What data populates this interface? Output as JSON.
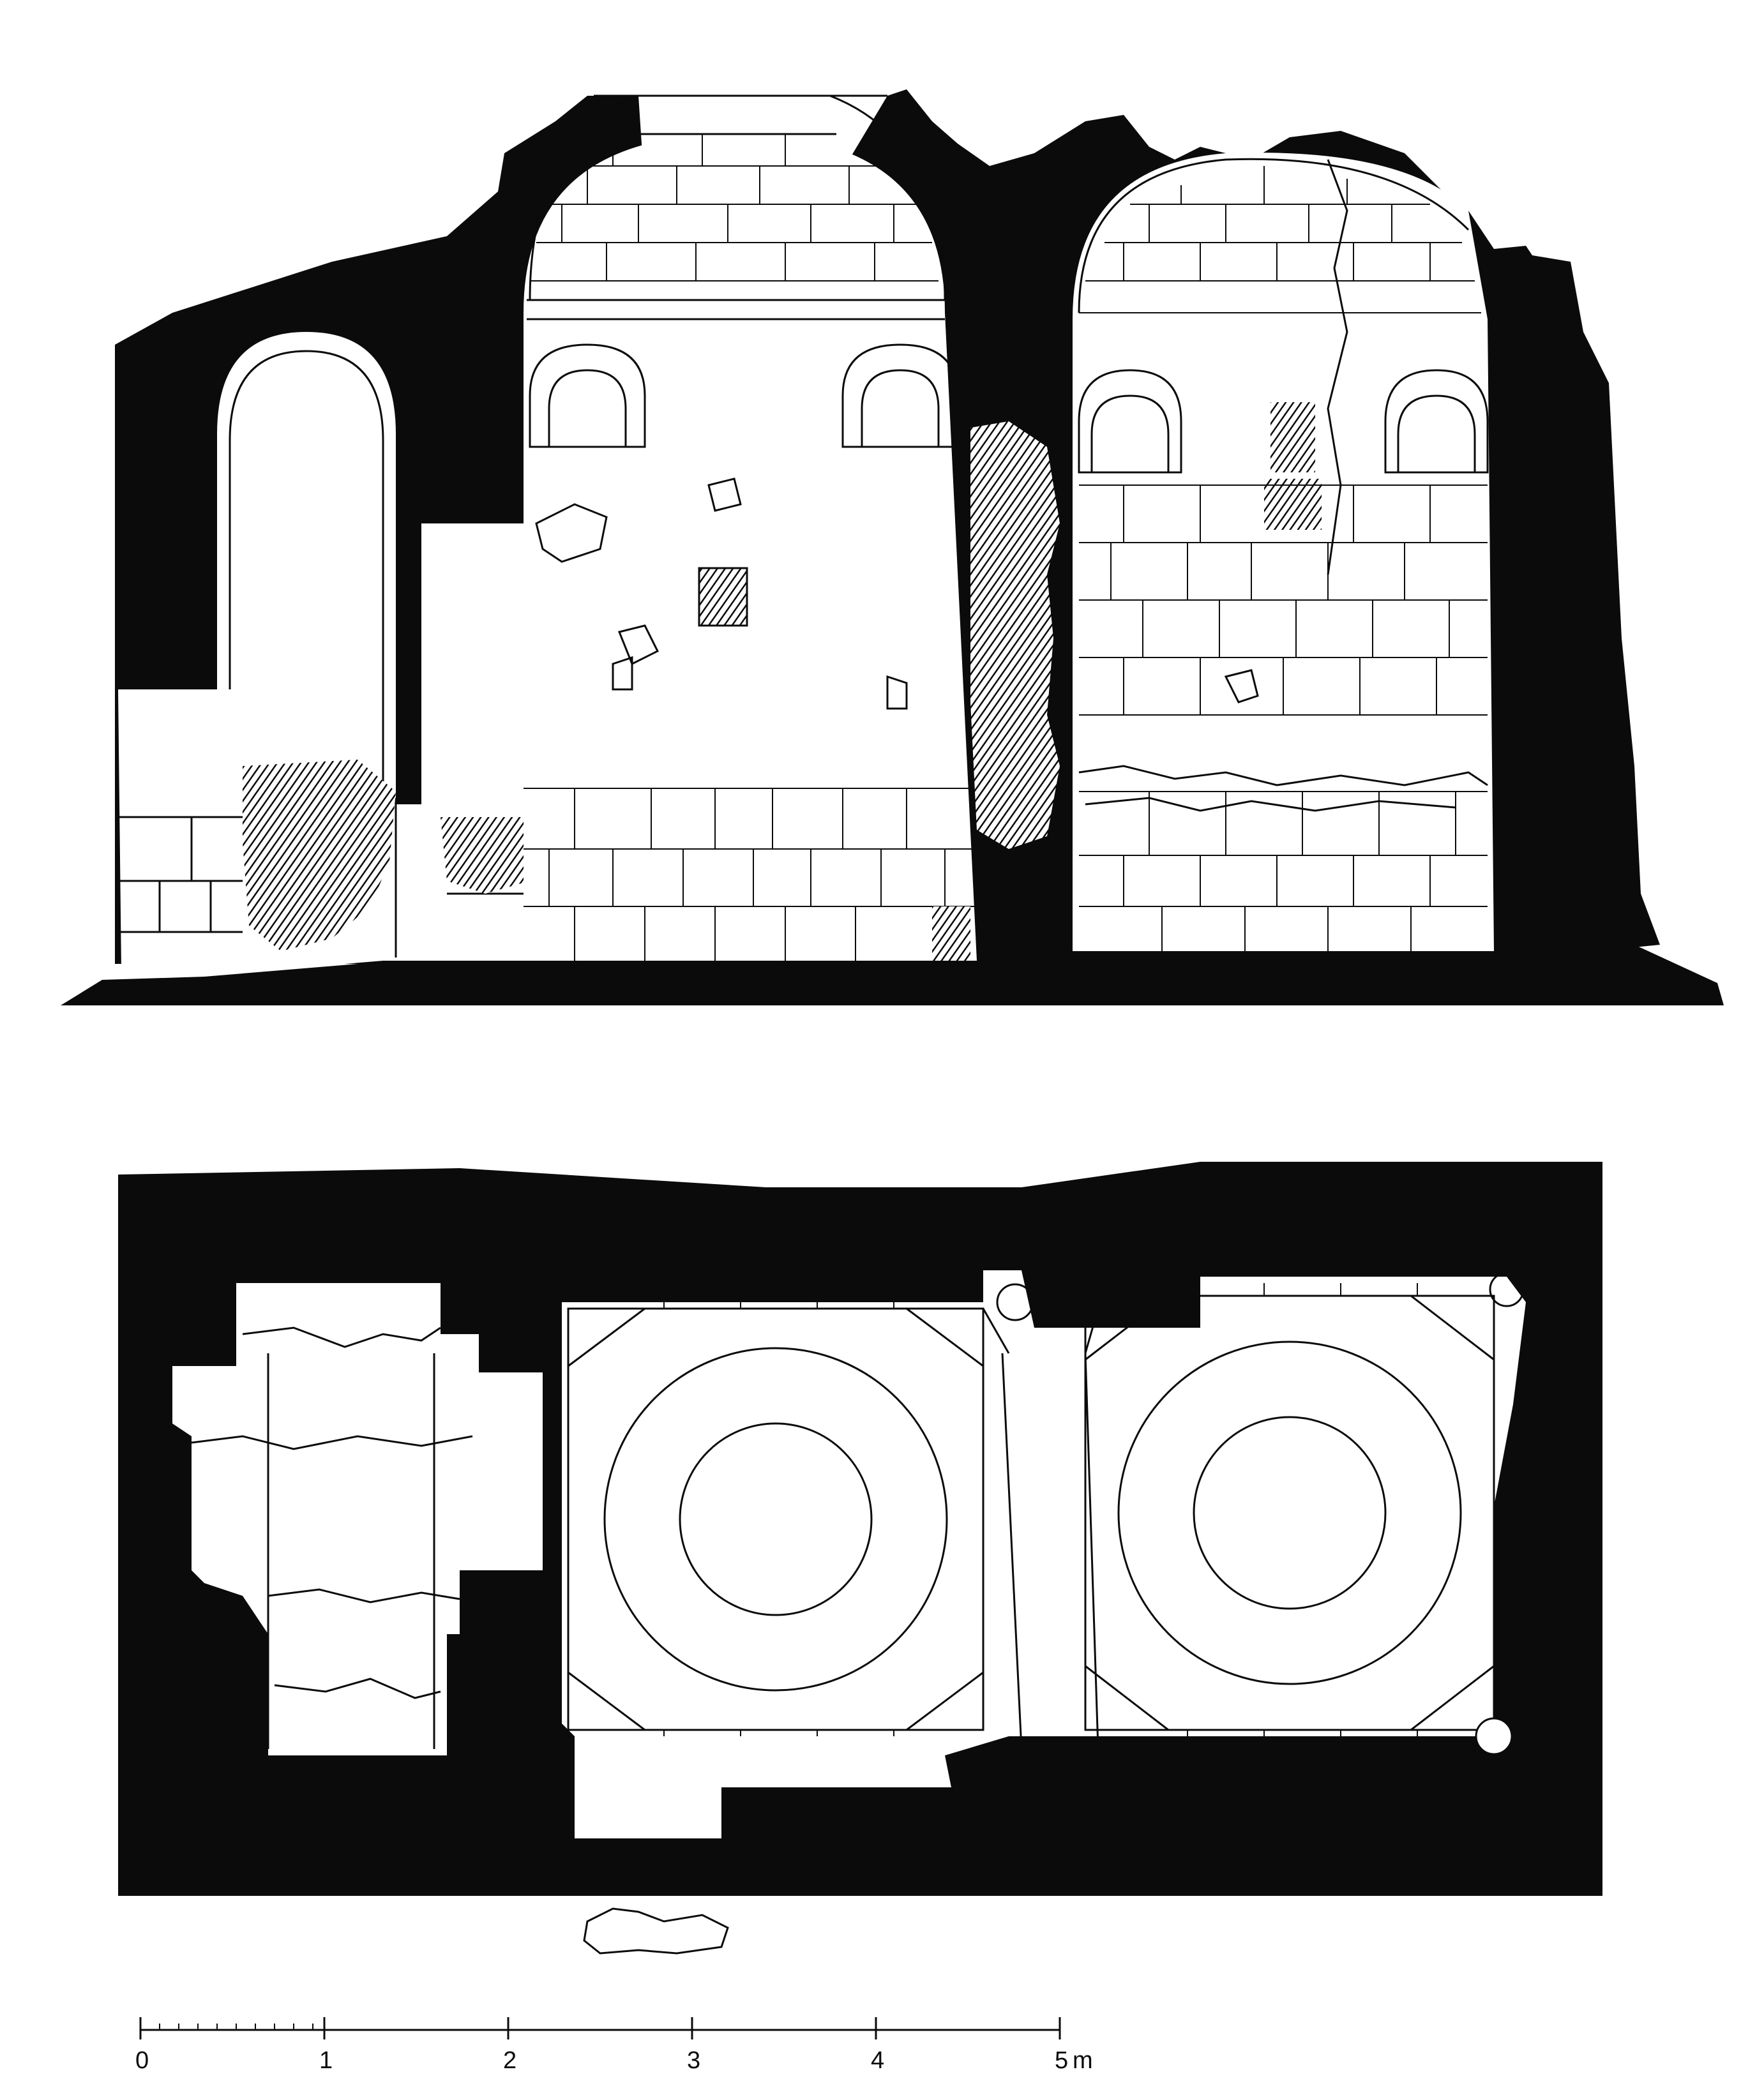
{
  "scale_bar": {
    "ticks": [
      "0",
      "1",
      "2",
      "3",
      "4",
      "5"
    ],
    "unit": "m"
  }
}
